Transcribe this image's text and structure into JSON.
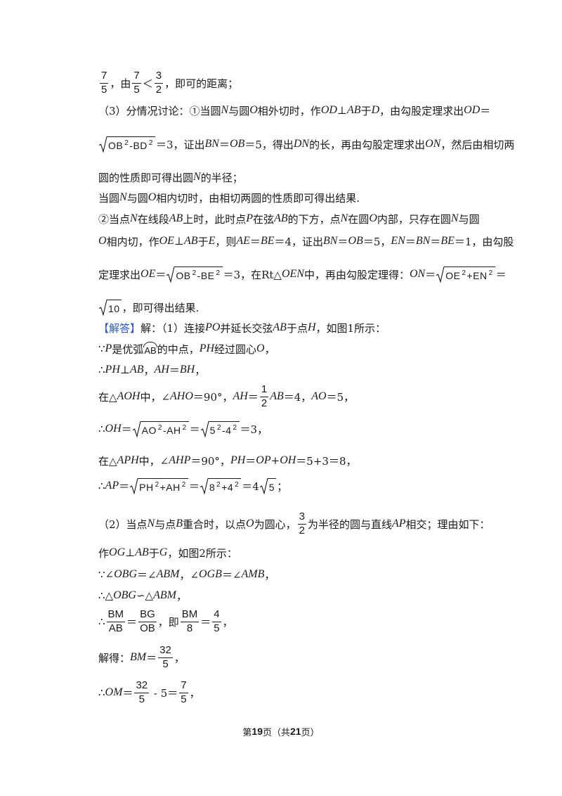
{
  "colors": {
    "text": "#1a1a1a",
    "answer_label": "#2a5ac9"
  },
  "lines": [
    {
      "segs": [
        {
          "frac": [
            "7",
            "5"
          ]
        },
        "，由",
        {
          "frac": [
            "7",
            "5"
          ]
        },
        "＜",
        {
          "frac": [
            "3",
            "2"
          ]
        },
        "，即可的距离；"
      ]
    },
    {
      "segs": [
        "（3）分情况讨论：①当圆",
        {
          "v": "N"
        },
        "与圆",
        {
          "v": "O"
        },
        "相外切时，作",
        {
          "v": "OD"
        },
        "⊥",
        {
          "v": "AB"
        },
        "于",
        {
          "v": "D"
        },
        "，由勾股定理求出",
        {
          "v": "OD"
        },
        "＝"
      ]
    },
    {
      "segs": [
        {
          "sqrt": [
            "OB",
            {
              "sup": "2"
            },
            "-BD",
            {
              "sup": "2"
            }
          ]
        },
        "＝3，证出",
        {
          "v": "BN"
        },
        "＝",
        {
          "v": "OB"
        },
        "＝5，得出",
        {
          "v": "DN"
        },
        "的长，再由勾股定理求出",
        {
          "v": "ON"
        },
        "，然后由相切两"
      ]
    },
    {
      "segs": [
        "圆的性质即可得出圆",
        {
          "v": "N"
        },
        "的半径；"
      ]
    },
    {
      "segs": [
        "当圆",
        {
          "v": "N"
        },
        "与圆",
        {
          "v": "O"
        },
        "相内切时，由相切两圆的性质即可得出结果."
      ]
    },
    {
      "segs": [
        "②当点",
        {
          "v": "N"
        },
        "在线段",
        {
          "v": "AB"
        },
        "上时，此时点",
        {
          "v": "P"
        },
        "在弦",
        {
          "v": "AB"
        },
        "的下方，点",
        {
          "v": "N"
        },
        "在圆",
        {
          "v": "O"
        },
        "内部，只存在圆",
        {
          "v": "N"
        },
        "与圆"
      ]
    },
    {
      "segs": [
        {
          "v": "O"
        },
        "相内切，作",
        {
          "v": "OE"
        },
        "⊥",
        {
          "v": "AB"
        },
        "于",
        {
          "v": "E"
        },
        "，则",
        {
          "v": "AE"
        },
        "＝",
        {
          "v": "BE"
        },
        "＝4，证出",
        {
          "v": "BN"
        },
        "＝",
        {
          "v": "OB"
        },
        "＝5，",
        {
          "v": "EN"
        },
        "＝",
        {
          "v": "BN"
        },
        "＝",
        {
          "v": "BE"
        },
        "＝1，由勾股"
      ]
    },
    {
      "segs": [
        "定理求出",
        {
          "v": "OE"
        },
        "＝",
        {
          "sqrt": [
            "OB",
            {
              "sup": "2"
            },
            "-BE",
            {
              "sup": "2"
            }
          ]
        },
        "＝3，在Rt△",
        {
          "v": "OEN"
        },
        "中，再由勾股定理得：",
        {
          "v": "ON"
        },
        "＝",
        {
          "sqrt": [
            "OE",
            {
              "sup": "2"
            },
            "+EN",
            {
              "sup": "2"
            }
          ]
        },
        "＝"
      ]
    },
    {
      "segs": [
        {
          "sqrt": [
            "10"
          ]
        },
        "，即可得出结果."
      ]
    },
    {
      "segs": [
        {
          "hl": "【解答】"
        },
        "解：（1）连接",
        {
          "v": "PO"
        },
        "并延长交弦",
        {
          "v": "AB"
        },
        "于点",
        {
          "v": "H"
        },
        "，如图1所示："
      ]
    },
    {
      "segs": [
        "∵",
        {
          "v": "P"
        },
        "是优弧",
        {
          "arc": "AB"
        },
        "的中点，",
        {
          "v": "PH"
        },
        "经过圆心",
        {
          "v": "O"
        },
        "，"
      ]
    },
    {
      "segs": [
        "∴",
        {
          "v": "PH"
        },
        "⊥",
        {
          "v": "AB"
        },
        "，",
        {
          "v": "AH"
        },
        "＝",
        {
          "v": "BH"
        },
        "，"
      ]
    },
    {
      "segs": [
        "在△",
        {
          "v": "AOH"
        },
        "中，∠",
        {
          "v": "AHO"
        },
        "＝90°，",
        {
          "v": "AH"
        },
        "＝",
        {
          "frac": [
            "1",
            "2"
          ]
        },
        {
          "v": "AB"
        },
        "＝4，",
        {
          "v": "AO"
        },
        "＝5，"
      ]
    },
    {
      "segs": [
        "∴",
        {
          "v": "OH"
        },
        "＝",
        {
          "sqrt": [
            "AO",
            {
              "sup": "2"
            },
            "-AH",
            {
              "sup": "2"
            }
          ]
        },
        "＝",
        {
          "sqrt": [
            "5",
            {
              "sup": "2"
            },
            "-4",
            {
              "sup": "2"
            }
          ]
        },
        "＝3，"
      ]
    },
    {
      "segs": [
        "在△",
        {
          "v": "APH"
        },
        "中，∠",
        {
          "v": "AHP"
        },
        "＝90°，",
        {
          "v": "PH"
        },
        "＝",
        {
          "v": "OP"
        },
        "+",
        {
          "v": "OH"
        },
        "＝5+3＝8，"
      ]
    },
    {
      "segs": [
        "∴",
        {
          "v": "AP"
        },
        "＝",
        {
          "sqrt": [
            "PH",
            {
              "sup": "2"
            },
            "+AH",
            {
              "sup": "2"
            }
          ]
        },
        "＝",
        {
          "sqrt": [
            "8",
            {
              "sup": "2"
            },
            "+4",
            {
              "sup": "2"
            }
          ]
        },
        "＝4",
        {
          "sqrt": [
            "5"
          ]
        },
        "；"
      ]
    },
    {
      "segs": [
        "（2）当点",
        {
          "v": "N"
        },
        "与点",
        {
          "v": "B"
        },
        "重合时，以点",
        {
          "v": "O"
        },
        "为圆心，",
        {
          "frac": [
            "3",
            "2"
          ]
        },
        "为半径的圆与直线",
        {
          "v": "AP"
        },
        "相交；理由如下："
      ]
    },
    {
      "segs": [
        "作",
        {
          "v": "OG"
        },
        "⊥",
        {
          "v": "AB"
        },
        "于",
        {
          "v": "G"
        },
        "，如图2所示："
      ]
    },
    {
      "segs": [
        "∵∠",
        {
          "v": "OBG"
        },
        "＝∠",
        {
          "v": "ABM"
        },
        "，∠",
        {
          "v": "OGB"
        },
        "＝∠",
        {
          "v": "AMB"
        },
        "，"
      ]
    },
    {
      "segs": [
        "∴△",
        {
          "v": "OBG"
        },
        "∽△",
        {
          "v": "ABM"
        },
        "，"
      ]
    },
    {
      "segs": [
        "∴",
        {
          "frac": [
            "BM",
            "AB"
          ]
        },
        "＝",
        {
          "frac": [
            "BG",
            "OB"
          ]
        },
        "，即",
        {
          "frac": [
            "BM",
            "8"
          ]
        },
        "＝",
        {
          "frac": [
            "4",
            "5"
          ]
        },
        "，"
      ]
    },
    {
      "segs": [
        "解得：",
        {
          "v": "BM"
        },
        "＝",
        {
          "frac": [
            "32",
            "5"
          ]
        },
        "，"
      ]
    },
    {
      "segs": [
        "∴",
        {
          "v": "OM"
        },
        "＝",
        {
          "frac": [
            "32",
            "5"
          ]
        },
        " - 5＝",
        {
          "frac": [
            "7",
            "5"
          ]
        },
        "，"
      ]
    }
  ],
  "footer": {
    "segs": [
      "第",
      {
        "b": "19"
      },
      "页（共",
      {
        "b": "21"
      },
      "页）"
    ]
  }
}
